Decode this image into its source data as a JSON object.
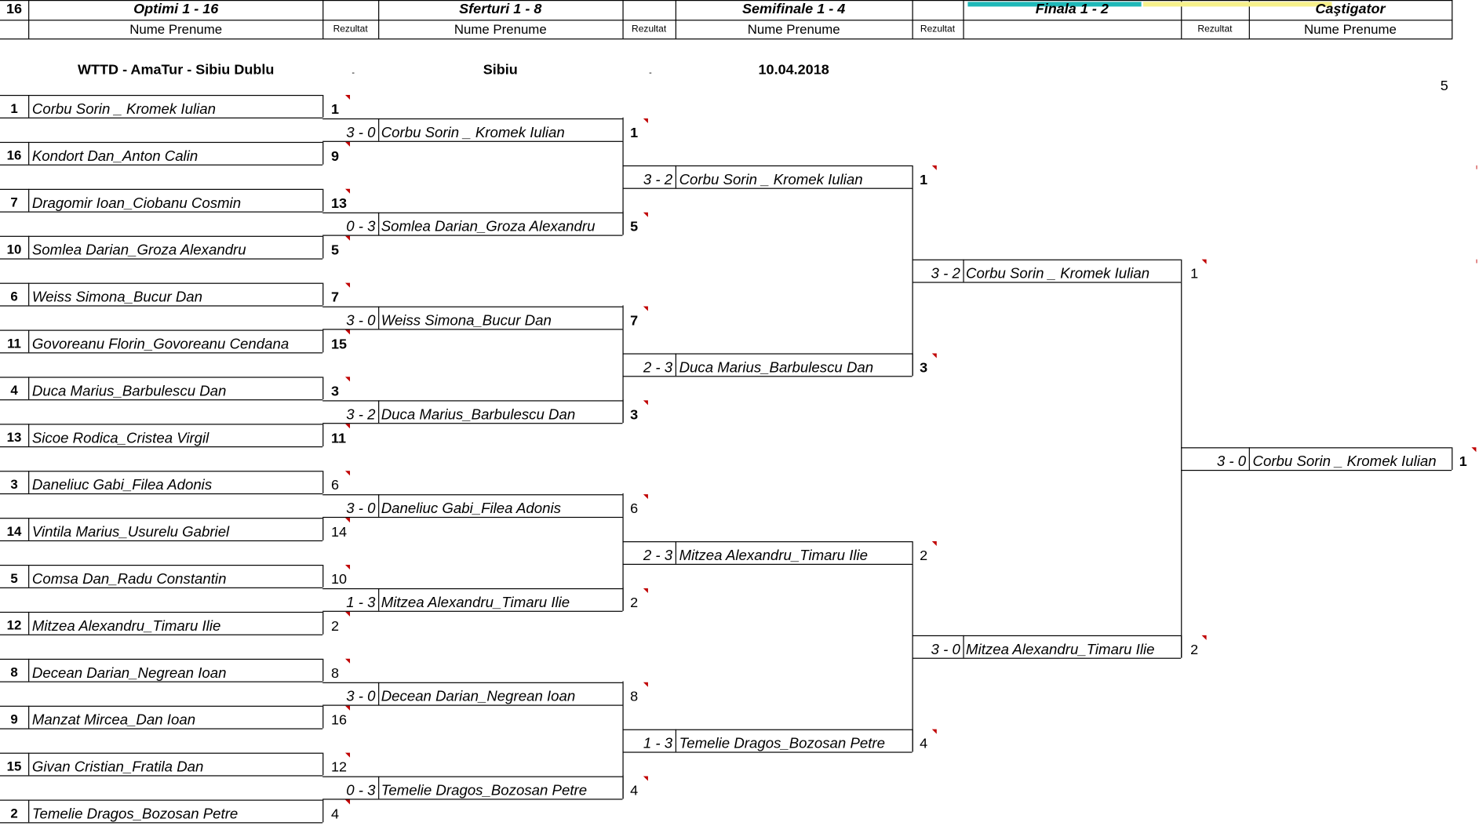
{
  "header": {
    "draw_size": "16",
    "rounds": [
      "Optimi 1 - 16",
      "Sferturi 1 - 8",
      "Semifinale 1 - 4",
      "Finala 1 - 2",
      "Caştigator"
    ],
    "name_col": "Nume Prenume",
    "result_col": "Rezultat"
  },
  "info": {
    "tournament": "WTTD - AmaTur - Sibiu Dublu",
    "dash1": "-",
    "city": "Sibiu",
    "dash2": "-",
    "date": "10.04.2018",
    "corner_number": "5"
  },
  "colors": {
    "teal": "#1fb8b8",
    "yellow": "#f6f08a",
    "mark": "#c00000"
  },
  "r16": [
    {
      "seed": "1",
      "name": "Corbu Sorin _ Kromek Iulian",
      "rank": "1",
      "bold": true
    },
    {
      "seed": "16",
      "name": "Kondort Dan_Anton Calin",
      "rank": "9",
      "bold": true
    },
    {
      "seed": "7",
      "name": "Dragomir Ioan_Ciobanu Cosmin",
      "rank": "13",
      "bold": true
    },
    {
      "seed": "10",
      "name": "Somlea Darian_Groza Alexandru",
      "rank": "5",
      "bold": true
    },
    {
      "seed": "6",
      "name": "Weiss Simona_Bucur Dan",
      "rank": "7",
      "bold": true
    },
    {
      "seed": "11",
      "name": "Govoreanu Florin_Govoreanu Cendana",
      "rank": "15",
      "bold": true
    },
    {
      "seed": "4",
      "name": "Duca Marius_Barbulescu Dan",
      "rank": "3",
      "bold": true
    },
    {
      "seed": "13",
      "name": "Sicoe Rodica_Cristea Virgil",
      "rank": "11",
      "bold": true
    },
    {
      "seed": "3",
      "name": "Daneliuc Gabi_Filea Adonis",
      "rank": "6",
      "bold": false
    },
    {
      "seed": "14",
      "name": "Vintila Marius_Usurelu Gabriel",
      "rank": "14",
      "bold": false
    },
    {
      "seed": "5",
      "name": "Comsa Dan_Radu Constantin",
      "rank": "10",
      "bold": false
    },
    {
      "seed": "12",
      "name": "Mitzea Alexandru_Timaru Ilie",
      "rank": "2",
      "bold": false
    },
    {
      "seed": "8",
      "name": "Decean Darian_Negrean Ioan",
      "rank": "8",
      "bold": false
    },
    {
      "seed": "9",
      "name": "Manzat Mircea_Dan Ioan",
      "rank": "16",
      "bold": false
    },
    {
      "seed": "15",
      "name": "Givan Cristian_Fratila Dan",
      "rank": "12",
      "bold": false
    },
    {
      "seed": "2",
      "name": "Temelie Dragos_Bozosan Petre",
      "rank": "4",
      "bold": false
    }
  ],
  "qf": [
    {
      "score": "3  -  0",
      "name": "Corbu Sorin _ Kromek Iulian",
      "rank": "1",
      "bold": true
    },
    {
      "score": "0  -  3",
      "name": "Somlea Darian_Groza Alexandru",
      "rank": "5",
      "bold": true
    },
    {
      "score": "3  -  0",
      "name": "Weiss Simona_Bucur Dan",
      "rank": "7",
      "bold": true
    },
    {
      "score": "3  -  2",
      "name": "Duca Marius_Barbulescu Dan",
      "rank": "3",
      "bold": true
    },
    {
      "score": "3  -  0",
      "name": "Daneliuc Gabi_Filea Adonis",
      "rank": "6",
      "bold": false
    },
    {
      "score": "1  -  3",
      "name": "Mitzea Alexandru_Timaru Ilie",
      "rank": "2",
      "bold": false
    },
    {
      "score": "3  -  0",
      "name": "Decean Darian_Negrean Ioan",
      "rank": "8",
      "bold": false
    },
    {
      "score": "0  -  3",
      "name": "Temelie Dragos_Bozosan Petre",
      "rank": "4",
      "bold": false
    }
  ],
  "sf": [
    {
      "score": "3  -  2",
      "name": "Corbu Sorin _ Kromek Iulian",
      "rank": "1",
      "bold": true
    },
    {
      "score": "2  -  3",
      "name": "Duca Marius_Barbulescu Dan",
      "rank": "3",
      "bold": true
    },
    {
      "score": "2  -  3",
      "name": "Mitzea Alexandru_Timaru Ilie",
      "rank": "2",
      "bold": false
    },
    {
      "score": "1  -  3",
      "name": "Temelie Dragos_Bozosan Petre",
      "rank": "4",
      "bold": false
    }
  ],
  "final": [
    {
      "score": "3  -  2",
      "name": "Corbu Sorin _ Kromek Iulian",
      "rank": "1",
      "bold": false
    },
    {
      "score": "3  -  0",
      "name": "Mitzea Alexandru_Timaru Ilie",
      "rank": "2",
      "bold": false
    }
  ],
  "winner": {
    "score": "3   -   0",
    "name": "Corbu Sorin _ Kromek Iulian",
    "rank": "1",
    "bold": true
  }
}
